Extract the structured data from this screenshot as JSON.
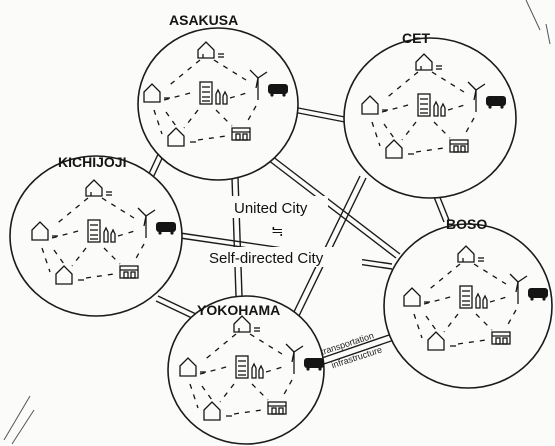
{
  "city_labels": {
    "asakusa": "ASAKUSA",
    "cet": "CET",
    "kichijoji": "KICHIJOJI",
    "boso": "BOSO",
    "yokohama": "YOKOHAMA"
  },
  "center": {
    "line1": "United City",
    "symbol": "≒",
    "line2": "Self-directed City"
  },
  "link_label": {
    "line1": "transportation",
    "line2": "infrastructure"
  },
  "colors": {
    "ink": "#151515",
    "paper": "#fbfbfa"
  }
}
